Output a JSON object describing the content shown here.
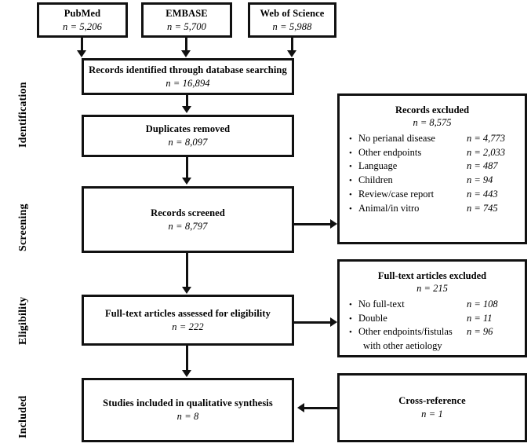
{
  "diagram": {
    "kind": "prisma-flow-diagram",
    "stages": [
      {
        "label": "Identification"
      },
      {
        "label": "Screening"
      },
      {
        "label": "Eligibility"
      },
      {
        "label": "Included"
      }
    ],
    "sources": [
      {
        "title": "PubMed",
        "count": "n = 5,206"
      },
      {
        "title": "EMBASE",
        "count": "n = 5,700"
      },
      {
        "title": "Web of Science",
        "count": "n = 5,988"
      }
    ],
    "flow": [
      {
        "title": "Records identified through database searching",
        "count": "n = 16,894"
      },
      {
        "title": "Duplicates removed",
        "count": "n = 8,097"
      },
      {
        "title": "Records screened",
        "count": "n = 8,797"
      },
      {
        "title": "Full-text articles assessed for eligibility",
        "count": "n = 222"
      },
      {
        "title": "Studies included in qualitative synthesis",
        "count": "n = 8"
      }
    ],
    "cross_reference": {
      "title": "Cross-reference",
      "count": "n = 1"
    },
    "records_excluded": {
      "title": "Records excluded",
      "count": "n = 8,575",
      "bullet": "•",
      "items": [
        {
          "label": "No perianal disease",
          "count": "n = 4,773"
        },
        {
          "label": "Other endpoints",
          "count": "n = 2,033"
        },
        {
          "label": "Language",
          "count": "n = 487"
        },
        {
          "label": "Children",
          "count": "n = 94"
        },
        {
          "label": "Review/case report",
          "count": "n = 443"
        },
        {
          "label": "Animal/in vitro",
          "count": "n = 745"
        }
      ]
    },
    "fulltext_excluded": {
      "title": "Full-text articles excluded",
      "count": "n = 215",
      "bullet": "•",
      "items": [
        {
          "label": "No full-text",
          "count": "n = 108"
        },
        {
          "label": "Double",
          "count": "n = 11"
        },
        {
          "label": "Other endpoints/fistulas",
          "count": "n = 96"
        }
      ],
      "continuation": "with other aetiology"
    },
    "colors": {
      "stroke": "#111111",
      "background": "#ffffff",
      "text": "#000000"
    }
  }
}
